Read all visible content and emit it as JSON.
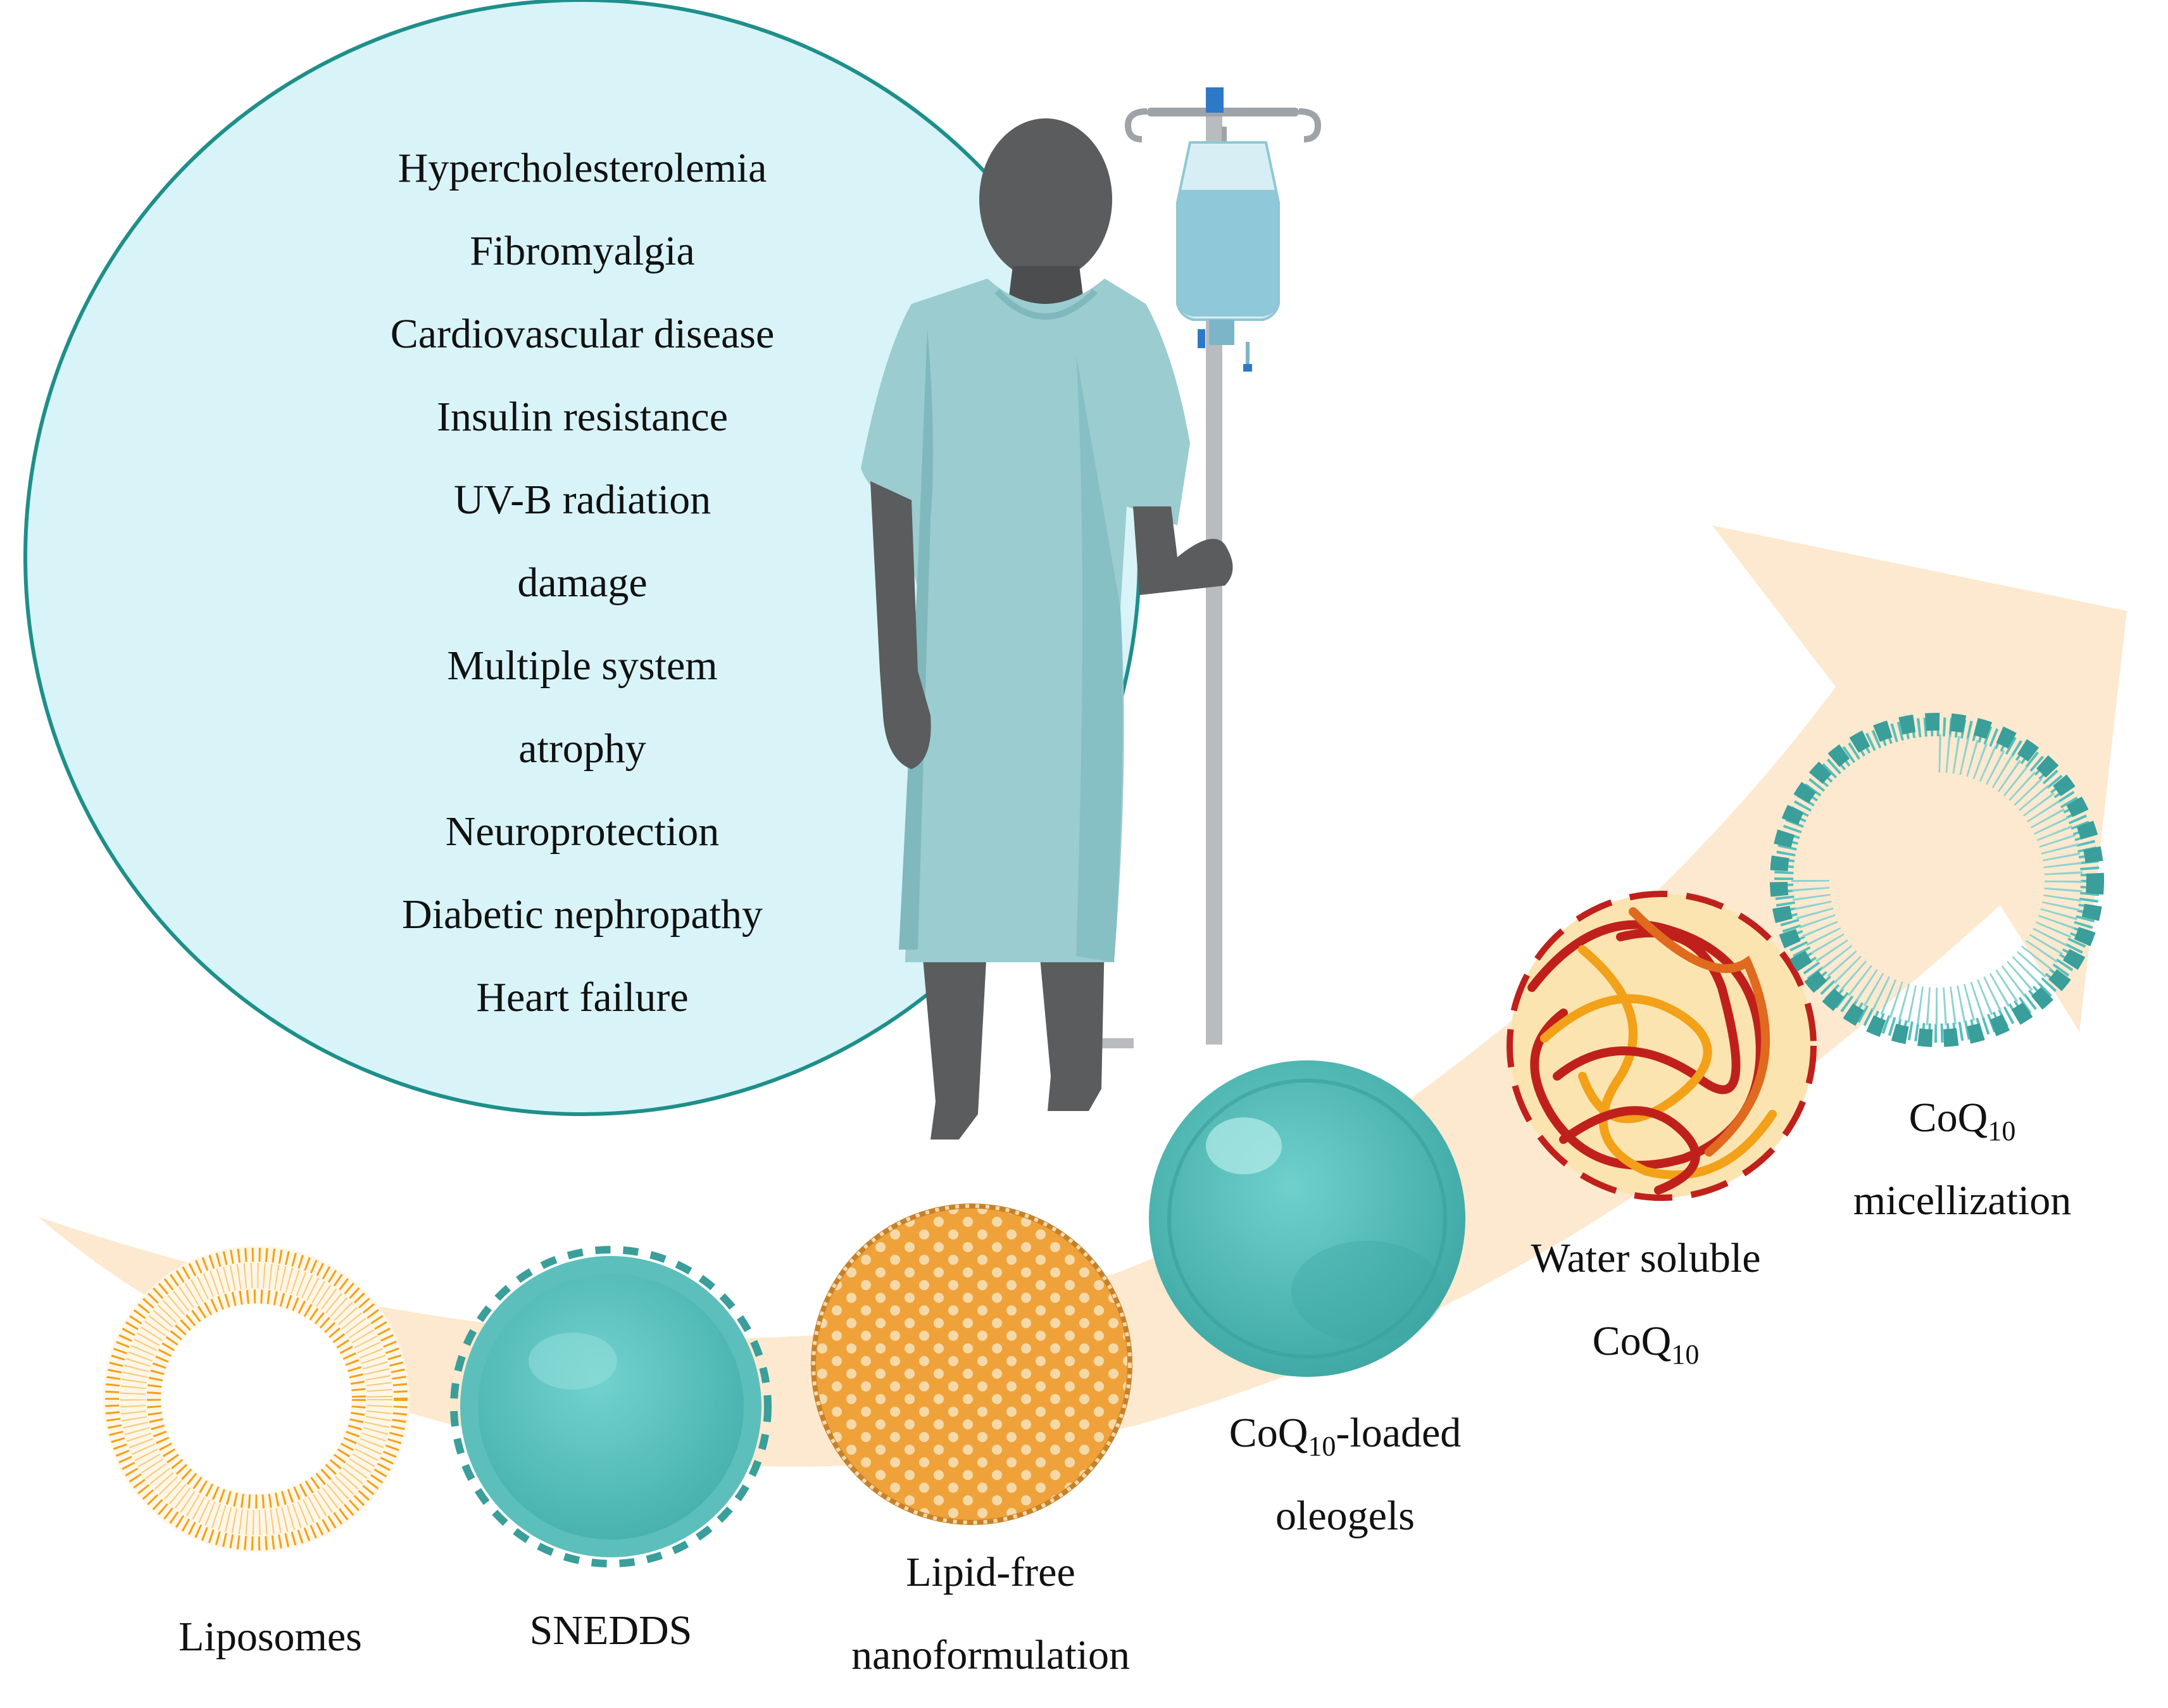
{
  "conditions": [
    "Hypercholesterolemia",
    "Fibromyalgia",
    "Cardiovascular disease",
    "Insulin resistance",
    "UV-B radiation",
    "damage",
    "Multiple system",
    "atrophy",
    "Neuroprotection",
    "Diabetic nephropathy",
    "Heart failure"
  ],
  "formulations": {
    "liposomes": "Liposomes",
    "snedds": "SNEDDS",
    "lipid_free": {
      "line1": "Lipid-free",
      "line2": "nanoformulation"
    },
    "oleogels": {
      "base": "CoQ",
      "sub": "10",
      "suffix": "-loaded",
      "line2": "oleogels"
    },
    "water_soluble": {
      "line1": "Water soluble",
      "base": "CoQ",
      "sub": "10"
    },
    "micellization": {
      "base": "CoQ",
      "sub": "10",
      "line2": "micellization"
    }
  },
  "colors": {
    "circle_fill": "#d8f4f8",
    "circle_stroke": "#1e8f8a",
    "arrow": "#fde9cf",
    "orange": "#f2a118",
    "teal": "#56bfbc",
    "teal_dark": "#3a9e9a",
    "gown": "#9bcccf",
    "skin": "#5a5c5e",
    "red": "#c0201c"
  },
  "icons": [
    "patient-figure",
    "iv-drip-stand",
    "liposome-icon",
    "snedds-icon",
    "lipid-free-nanoparticle-icon",
    "oleogel-sphere-icon",
    "polymer-network-icon",
    "micelle-icon"
  ]
}
